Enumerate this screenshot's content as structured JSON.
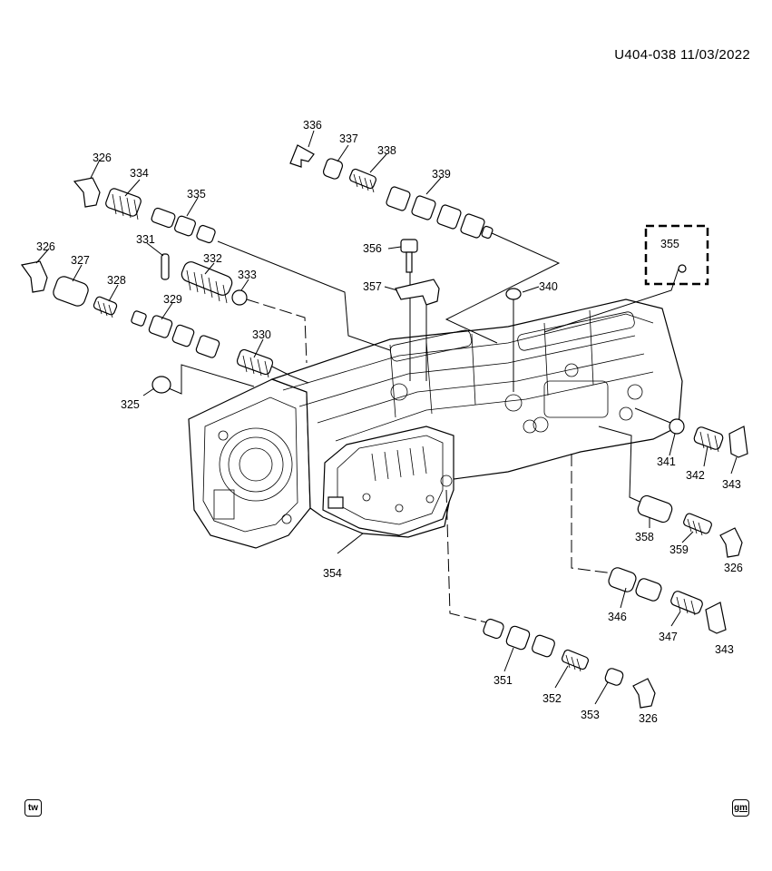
{
  "header": {
    "code": "U404-038  11/03/2022"
  },
  "logos": {
    "left": "tw",
    "right": "gm"
  },
  "callouts": {
    "c325": "325",
    "c326a": "326",
    "c326b": "326",
    "c326c": "326",
    "c326d": "326",
    "c327": "327",
    "c328": "328",
    "c329": "329",
    "c330": "330",
    "c331": "331",
    "c332": "332",
    "c333": "333",
    "c334": "334",
    "c335": "335",
    "c336": "336",
    "c337": "337",
    "c338": "338",
    "c339": "339",
    "c340": "340",
    "c341": "341",
    "c342": "342",
    "c343a": "343",
    "c343b": "343",
    "c346": "346",
    "c347": "347",
    "c351": "351",
    "c352": "352",
    "c353": "353",
    "c354": "354",
    "c355": "355",
    "c356": "356",
    "c357": "357",
    "c358": "358",
    "c359": "359"
  }
}
